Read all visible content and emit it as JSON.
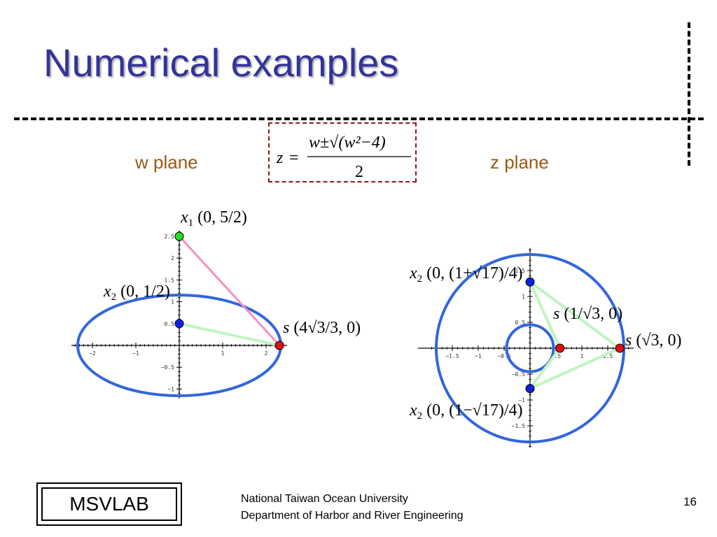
{
  "slide": {
    "title": "Numerical examples",
    "w_plane_label": "w plane",
    "z_plane_label": "z plane",
    "footer_lab": "MSVLAB",
    "university": "National Taiwan Ocean University",
    "department": "Department of Harbor and River Engineering",
    "page_number": "16"
  },
  "formula": {
    "lhs": "z",
    "eq": "=",
    "numerator": "w±√(w²−4)",
    "denominator": "2"
  },
  "w_plane": {
    "x_ticks": [
      "−2",
      "−1",
      "1",
      "2"
    ],
    "y_ticks": [
      "2.5",
      "2",
      "1.5",
      "1",
      "0.5",
      "−0.5",
      "−1"
    ],
    "points": {
      "x1": {
        "name": "x",
        "sub": "1",
        "x": 0,
        "y": 2.5,
        "color": "#22dd22",
        "label": "(0, 5/2)"
      },
      "x2": {
        "name": "x",
        "sub": "2",
        "x": 0,
        "y": 0.5,
        "color": "#1020e0",
        "label": "(0, 1/2)"
      },
      "s": {
        "name": "s",
        "x": 2.309,
        "y": 0,
        "color": "#e01010",
        "label": "(4√3/3, 0)"
      }
    },
    "ellipse": {
      "a": 2.5,
      "b": 1.5,
      "color": "#3366dd"
    }
  },
  "z_plane": {
    "x_ticks": [
      "−1.5",
      "−1",
      "−0.5",
      "0.5",
      "1",
      "1.5"
    ],
    "y_ticks": [
      "1.5",
      "1",
      "0.5",
      "−0.5",
      "−1",
      "−1.5"
    ],
    "points": {
      "x2_top": {
        "name": "x",
        "sub": "2",
        "x": 0,
        "y": 1.281,
        "color": "#1020e0",
        "label": "(0, (1+√17)/4)"
      },
      "x2_bottom": {
        "name": "x",
        "sub": "2",
        "x": 0,
        "y": -0.781,
        "color": "#1020e0",
        "label": "(0, (1−√17)/4)"
      },
      "s_small": {
        "name": "s",
        "x": 0.577,
        "y": 0,
        "color": "#e01010",
        "label": "(1/√3, 0)"
      },
      "s_big": {
        "name": "s",
        "x": 1.732,
        "y": 0,
        "color": "#e01010",
        "label": "(√3, 0)"
      }
    },
    "circles": [
      {
        "r": 2,
        "color": "#3366dd"
      },
      {
        "r": 0.5,
        "color": "#3366dd"
      }
    ]
  }
}
